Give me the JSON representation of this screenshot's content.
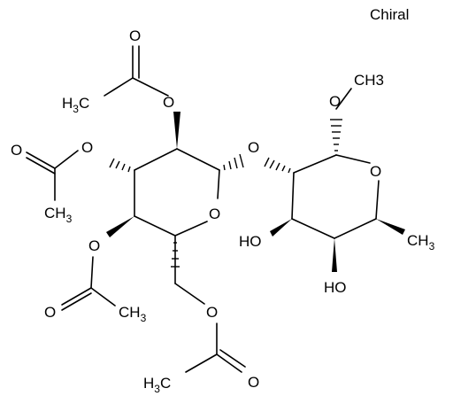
{
  "flag": "Chiral",
  "atoms": {
    "o_methoxy": "O",
    "ch3_methoxy": "CH3",
    "o_glycosidic": "O",
    "o_ring_right": "O",
    "o_ring_left": "O",
    "ho_3": "HO",
    "ho_4": "HO",
    "o_ester_c2": "O",
    "o_ester_c3": "O",
    "o_ester_c4": "O",
    "o_ester_c6": "O",
    "o_carbonyl_top": "O",
    "o_carbonyl_left": "O",
    "o_carbonyl_low": "O",
    "o_carbonyl_bottom": "O",
    "h3c_top": "H3C",
    "ch3_left": "CH3",
    "ch3_low": "CH3",
    "h3c_bottom": "H3C"
  }
}
